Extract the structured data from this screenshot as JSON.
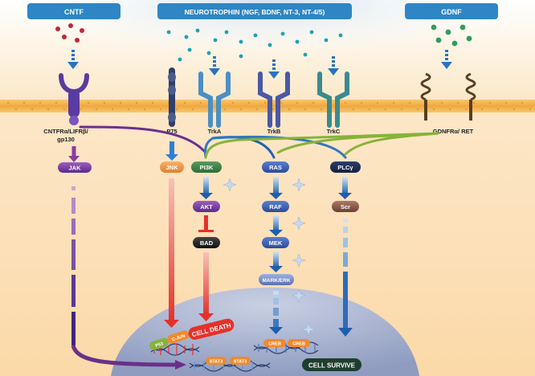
{
  "headers": {
    "cntf": "CNTF",
    "neurotrophin": "NEUROTROPHIN (NGF, BDNF, NT-3, NT-4/5)",
    "gdnf": "GDNF"
  },
  "receptors": {
    "cntf_line1": "CNTFRα/LIFRβ/",
    "cntf_line2": "gp130",
    "p75": "P75",
    "trka": "TrkA",
    "trkb": "TrkB",
    "trkc": "TrkC",
    "gdnf": "GDNFRα/ RET"
  },
  "nodes": {
    "jak": "JAK",
    "jnk": "JNK",
    "pi3k": "PI3K",
    "akt": "AKT",
    "bad": "BAD",
    "ras": "RAS",
    "raf": "RAF",
    "mek": "MEK",
    "mapk_erk": "MARK/ERK",
    "plcy": "PLCγ",
    "scr": "Scr"
  },
  "nucleus": {
    "p53": "P53",
    "c_jun": "C-JUN",
    "cell_death": "CELL DEATH",
    "creb1": "CREB",
    "creb2": "CREB",
    "stat3_1": "STAT3",
    "stat3_2": "STAT3",
    "cell_survive": "CELL SURVIVE"
  },
  "colors": {
    "header_blue": "#2e86c4",
    "membrane": "#f4b752",
    "pathway_purple": "#6a2f91",
    "pathway_blue": "#2563b0",
    "pathway_green": "#86b33a",
    "death_red": "#e5312b",
    "nucleus": "#b9c3db"
  }
}
